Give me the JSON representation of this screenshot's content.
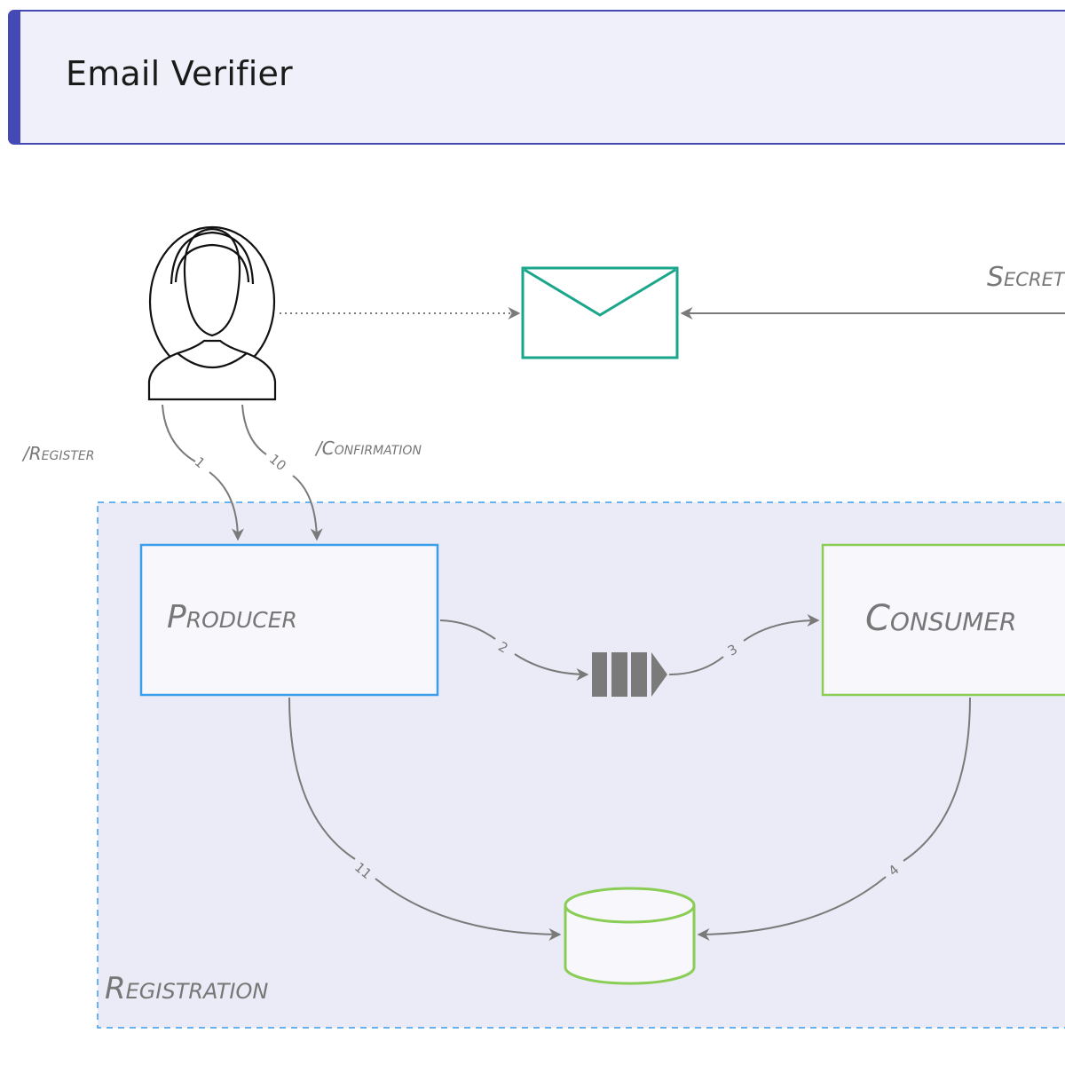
{
  "header": {
    "title": "Email Verifier"
  },
  "colors": {
    "header_accent": "#4449b5",
    "header_bg": "#eff0f9",
    "group_border": "#3b9eea",
    "group_bg": "#eaebf6",
    "producer_border": "#3b9eea",
    "consumer_border": "#8acd55",
    "database_border": "#8acd55",
    "email_border": "#1aa68a",
    "arrow": "#7a7a7a"
  },
  "nodes": {
    "user": {
      "label": "User",
      "icon": "user-female-icon"
    },
    "email": {
      "label": "Email",
      "icon": "envelope-icon"
    },
    "producer": {
      "label": "Producer"
    },
    "consumer": {
      "label": "Consumer"
    },
    "queue": {
      "label": "Queue",
      "icon": "queue-icon"
    },
    "database": {
      "label": "Database",
      "icon": "database-icon"
    },
    "secret": {
      "label": "Secret"
    }
  },
  "group": {
    "label": "Registration"
  },
  "edges": {
    "register": {
      "label": "/Register",
      "step": "1"
    },
    "confirmation": {
      "label": "/Confirmation",
      "step": "10"
    },
    "produce": {
      "step": "2"
    },
    "consume": {
      "step": "3"
    },
    "persist": {
      "step": "4"
    },
    "confirm_update": {
      "step": "11"
    }
  }
}
